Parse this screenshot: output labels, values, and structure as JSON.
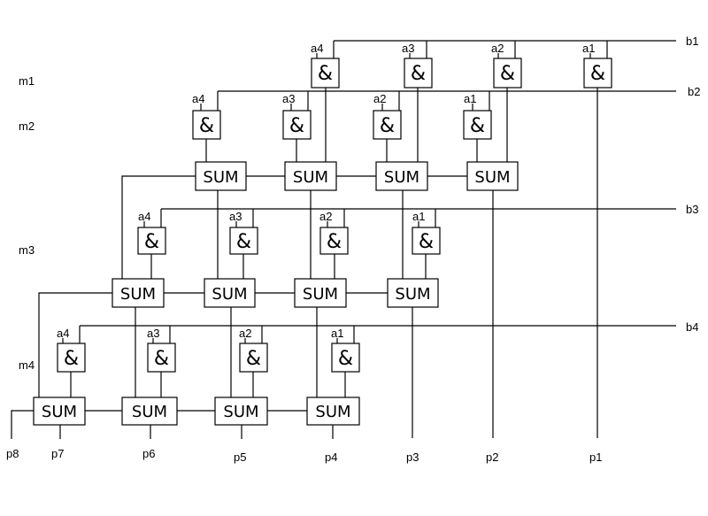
{
  "gate_symbol": "&",
  "adder_label": "SUM",
  "inputs": {
    "b": [
      "b1",
      "b2",
      "b3",
      "b4"
    ],
    "a": [
      "a1",
      "a2",
      "a3",
      "a4"
    ]
  },
  "rows": [
    "m1",
    "m2",
    "m3",
    "m4"
  ],
  "outputs": [
    "p1",
    "p2",
    "p3",
    "p4",
    "p5",
    "p6",
    "p7",
    "p8"
  ]
}
